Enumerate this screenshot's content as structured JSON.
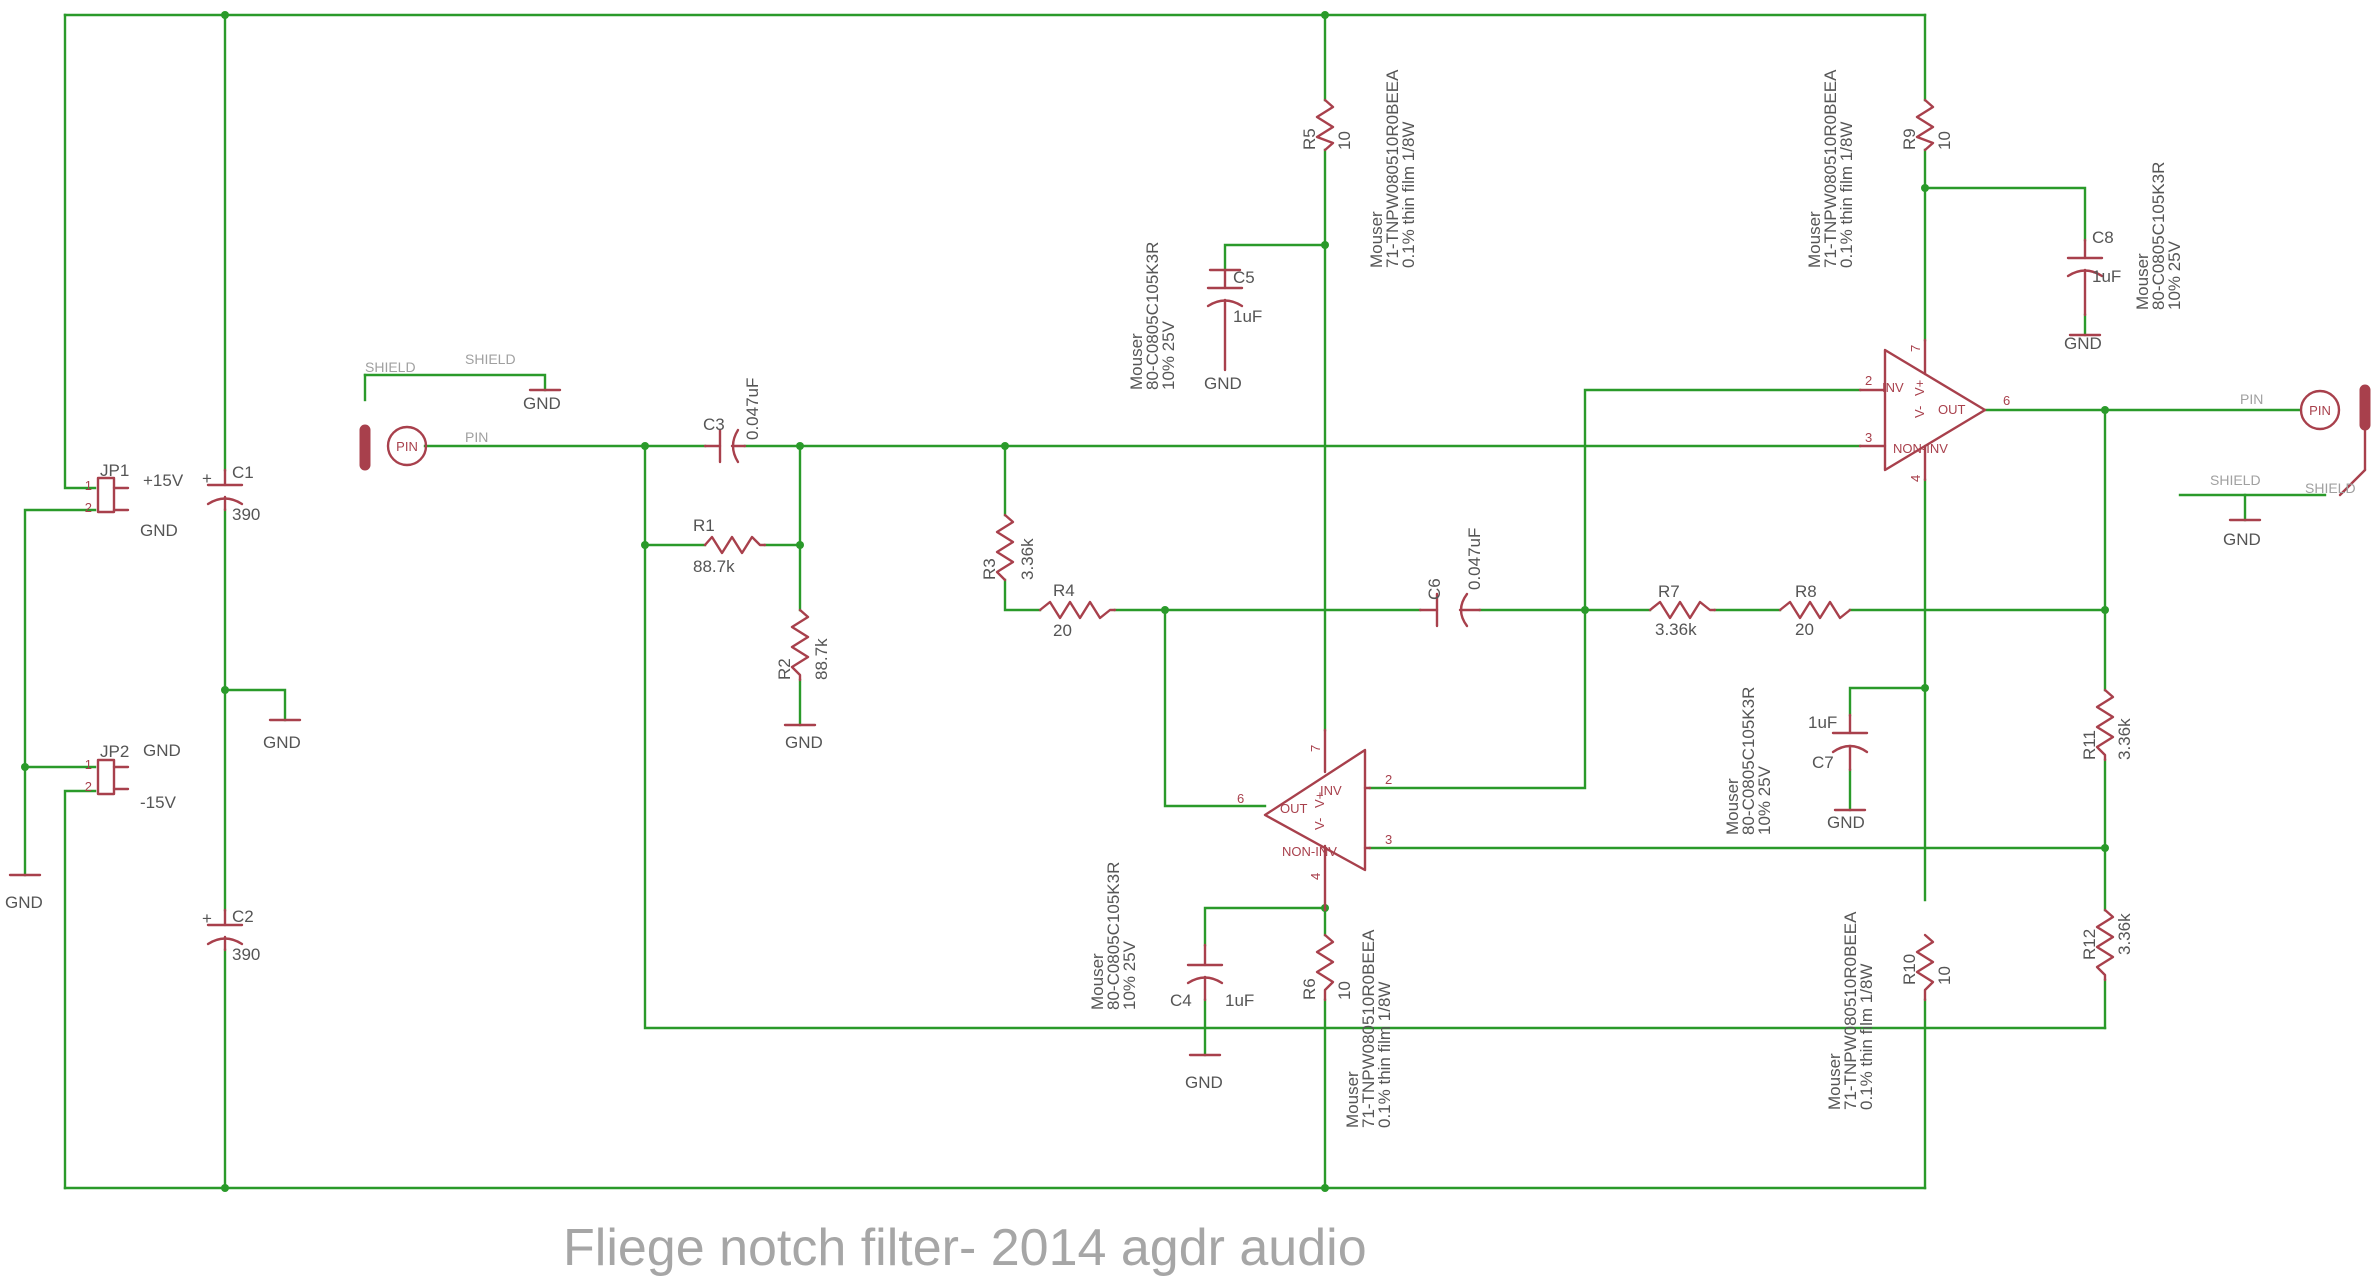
{
  "title": "Fliege notch filter- 2014 agdr audio",
  "colors": {
    "wire": "#2a9a2a",
    "part": "#a8404c",
    "text": "#555555",
    "net": "#a0a0a0"
  },
  "power": {
    "jp1": {
      "name": "JP1",
      "pin1": "1",
      "pin2": "2",
      "label_top": "+15V",
      "label_bottom": "GND"
    },
    "jp2": {
      "name": "JP2",
      "pin1": "1",
      "pin2": "2",
      "label_top": "GND",
      "label_bottom": "-15V"
    },
    "c1": {
      "name": "C1",
      "value": "390",
      "plus": "+"
    },
    "c2": {
      "name": "C2",
      "value": "390",
      "plus": "+"
    },
    "gnd": "GND"
  },
  "input": {
    "pin": "PIN",
    "net_pin": "PIN",
    "shield": "SHIELD",
    "net_shield": "SHIELD"
  },
  "output": {
    "pin": "PIN",
    "net_pin": "PIN",
    "shield": "SHIELD",
    "net_shield": "SHIELD"
  },
  "parts": {
    "c3": {
      "name": "C3",
      "value": "0.047uF"
    },
    "c6": {
      "name": "C6",
      "value": "0.047uF"
    },
    "r1": {
      "name": "R1",
      "value": "88.7k"
    },
    "r2": {
      "name": "R2",
      "value": "88.7k"
    },
    "r3": {
      "name": "R3",
      "value": "3.36k"
    },
    "r4": {
      "name": "R4",
      "value": "20"
    },
    "r7": {
      "name": "R7",
      "value": "3.36k"
    },
    "r8": {
      "name": "R8",
      "value": "20"
    },
    "r11": {
      "name": "R11",
      "value": "3.36k"
    },
    "r12": {
      "name": "R12",
      "value": "3.36k"
    },
    "r5": {
      "name": "R5",
      "value": "10"
    },
    "r6": {
      "name": "R6",
      "value": "10"
    },
    "r9": {
      "name": "R9",
      "value": "10"
    },
    "r10": {
      "name": "R10",
      "value": "10"
    },
    "c4": {
      "name": "C4",
      "value": "1uF"
    },
    "c5": {
      "name": "C5",
      "value": "1uF"
    },
    "c7": {
      "name": "C7",
      "value": "1uF"
    },
    "c8": {
      "name": "C8",
      "value": "1uF"
    }
  },
  "annotations": {
    "resistor_note": {
      "line1": "Mouser",
      "line2": "71-TNPW080510R0BEEA",
      "line3": "0.1% thin film 1/8W"
    },
    "cap_note": {
      "line1": "Mouser",
      "line2": "80-C0805C105K3R",
      "line3": "10% 25V"
    }
  },
  "opamp": {
    "inv": "INV",
    "noninv": "NON-INV",
    "out": "OUT",
    "vminus": "V-",
    "vplus": "V+",
    "pin2": "2",
    "pin3": "3",
    "pin4": "4",
    "pin6": "6",
    "pin7": "7"
  }
}
